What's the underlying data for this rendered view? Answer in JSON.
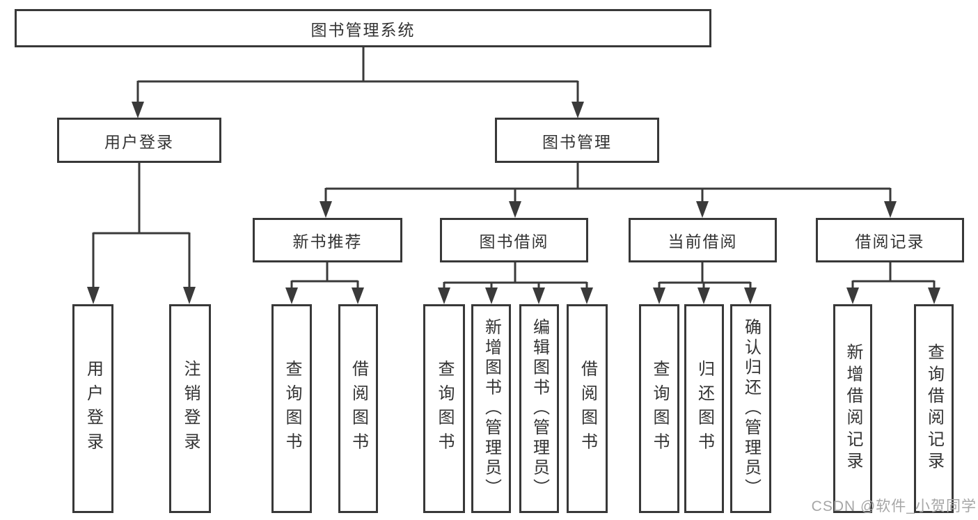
{
  "diagram": {
    "root": "图书管理系统",
    "branches": {
      "user_login": "用户登录",
      "book_management": "图书管理"
    },
    "modules": {
      "new_book_recommend": "新书推荐",
      "book_borrow": "图书借阅",
      "current_borrow": "当前借阅",
      "borrow_records": "借阅记录"
    },
    "leaves": {
      "user_login": "用户登录",
      "logout": "注销登录",
      "rec_query_books": "查询图书",
      "rec_borrow_books": "借阅图书",
      "bb_query_books": "查询图书",
      "bb_add_book": "新增图书（管理员）",
      "bb_edit_book": "编辑图书（管理员）",
      "bb_borrow_books": "借阅图书",
      "cb_query_books": "查询图书",
      "cb_return_books": "归还图书",
      "cb_confirm_return": "确认归还（管理员）",
      "br_add_record": "新增借阅记录",
      "br_query_record": "查询借阅记录"
    }
  },
  "watermark": "CSDN @软件_小贺同学",
  "colors": {
    "line": "#3a3a3a",
    "border": "#383838",
    "text": "#333333",
    "watermark": "#a6a6a6",
    "background": "#ffffff"
  }
}
